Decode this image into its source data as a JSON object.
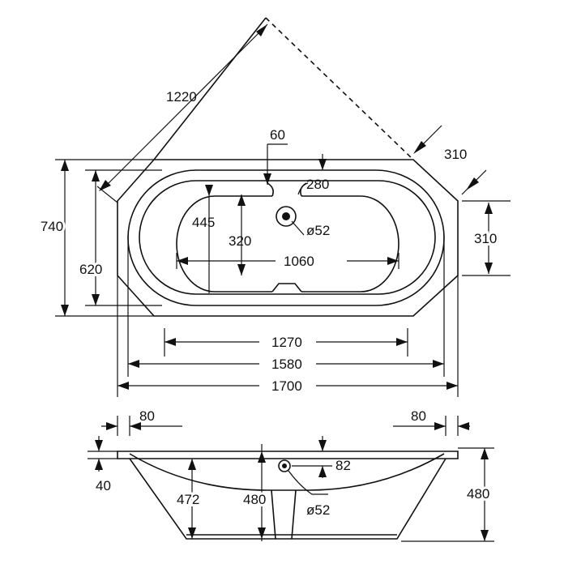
{
  "dimensions": {
    "diagonal_1220": "1220",
    "drain_offset_60": "60",
    "corner_310_top": "310",
    "corner_310_right": "310",
    "width_740": "740",
    "inner_width_620": "620",
    "basin_445": "445",
    "drain_to_center_280": "280",
    "drain_dia_top": "ø52",
    "basin_320": "320",
    "basin_1060": "1060",
    "len_1270": "1270",
    "len_1580": "1580",
    "len_1700": "1700",
    "rim_80_left": "80",
    "rim_80_right": "80",
    "rim_40": "40",
    "drain_82": "82",
    "depth_472": "472",
    "depth_480_inner": "480",
    "drain_dia_side": "ø52",
    "height_480": "480"
  }
}
